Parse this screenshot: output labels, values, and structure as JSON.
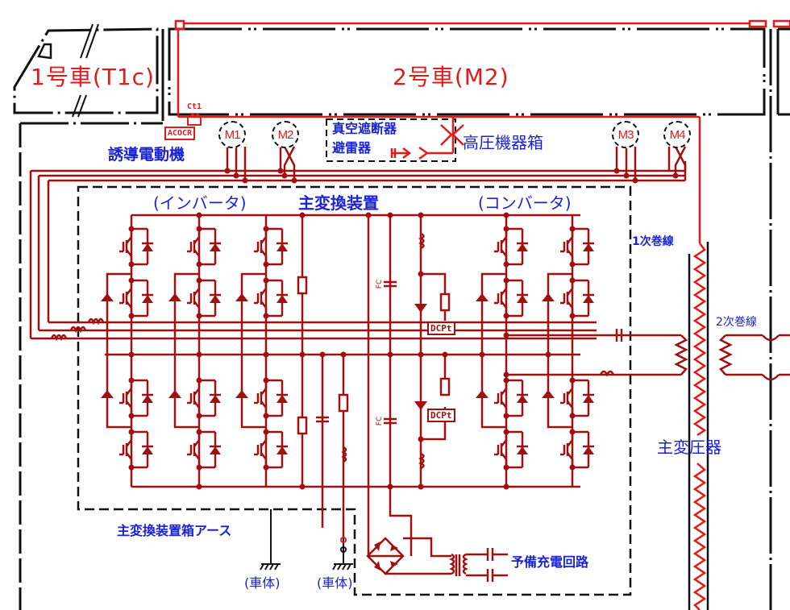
{
  "diagram": {
    "cars": [
      {
        "label": "1号車(T1c)"
      },
      {
        "label": "2号車(M2)"
      }
    ],
    "components": {
      "current_transformer": "Ct1",
      "overcurrent_relay": "ACOCR",
      "motors": [
        "M1",
        "M2",
        "M3",
        "M4"
      ],
      "vcb_label": "真空遮断器",
      "arrester_label": "避雷器",
      "hv_box_label": "高圧機器箱",
      "induction_motor_label": "誘導電動機",
      "inverter_label": "(インバータ)",
      "main_converter_label": "主変換装置",
      "converter_label": "(コンバータ)",
      "fc_label_1": "FC",
      "fc_label_2": "FC",
      "dcpt_1": "DCPt",
      "dcpt_2": "DCPt",
      "primary_winding_label": "1次巻線",
      "secondary_winding_label": "2次巻線",
      "main_transformer_label": "主変圧器",
      "converter_box_earth_label": "主変換装置箱アース",
      "car_body_label_1": "(車体)",
      "car_body_label_2": "(車体)",
      "aux_charge_circuit_label": "予備充電回路"
    },
    "colors": {
      "high_voltage_line": "#e21a1a",
      "circuit_line": "#a01010",
      "frame_line": "#111111",
      "label_blue": "#1a22d6"
    }
  }
}
